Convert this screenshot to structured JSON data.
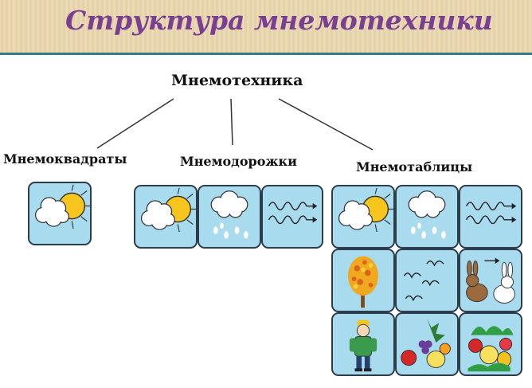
{
  "header": {
    "title": "Структура мнемотехники"
  },
  "tree": {
    "root": "Мнемотехника",
    "branches": [
      {
        "label": "Мнемоквадраты",
        "tiles": [
          "sun-cloud"
        ]
      },
      {
        "label": "Мнемодорожки",
        "tiles": [
          "sun-cloud",
          "rain-cloud",
          "wind"
        ]
      },
      {
        "label": "Мнемотаблицы",
        "tiles": [
          "sun-cloud",
          "rain-cloud",
          "wind",
          "autumn-tree",
          "birds",
          "hares",
          "boy",
          "fruits",
          "vegetables"
        ]
      }
    ]
  },
  "colors": {
    "title": "#7a3f93",
    "tile_fill": "#a9dbef",
    "tile_border": "#2b3d4a",
    "sun": "#f7c51e",
    "divider": "#2f7f85"
  }
}
